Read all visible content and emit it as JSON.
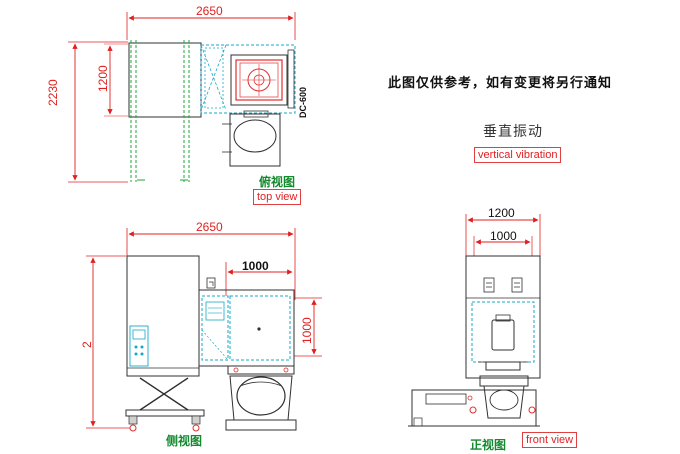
{
  "notes": {
    "reference": "此图仅供参考，如有变更将另行通知",
    "mode_cn": "垂直振动",
    "mode_en": "vertical vibration"
  },
  "top_view": {
    "caption_cn": "俯视图",
    "caption_en": "top view",
    "dim_width": "2650",
    "dim_depth": "2230",
    "dim_inner": "1200",
    "model_label": "DC-600"
  },
  "side_view": {
    "caption_cn": "侧视图",
    "dim_width": "2650",
    "dim_chamber": "1000",
    "dim_chamber_h": "1000",
    "dim_height": "2"
  },
  "front_view": {
    "caption_cn": "正视图",
    "caption_en": "front view",
    "dim_outer": "1200",
    "dim_inner": "1000"
  },
  "colors": {
    "dimension": "#e02020",
    "outline": "#303030",
    "chamber": "#16a8c8",
    "green": "#1aa83a",
    "table": "#e03030"
  }
}
